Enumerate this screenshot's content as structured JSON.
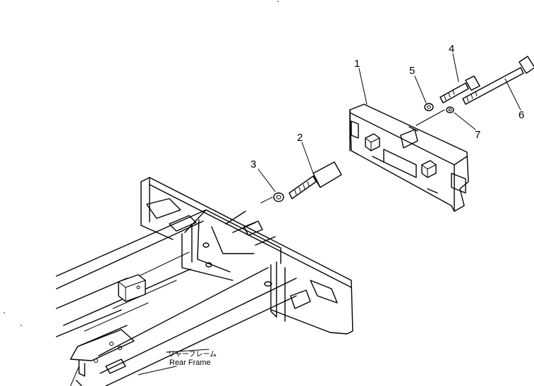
{
  "callouts": [
    {
      "number": "1"
    },
    {
      "number": "2"
    },
    {
      "number": "3"
    },
    {
      "number": "4"
    },
    {
      "number": "5"
    },
    {
      "number": "6"
    },
    {
      "number": "7"
    }
  ],
  "caption": {
    "japanese": "リャーフレーム",
    "english": "Rear Frame"
  }
}
